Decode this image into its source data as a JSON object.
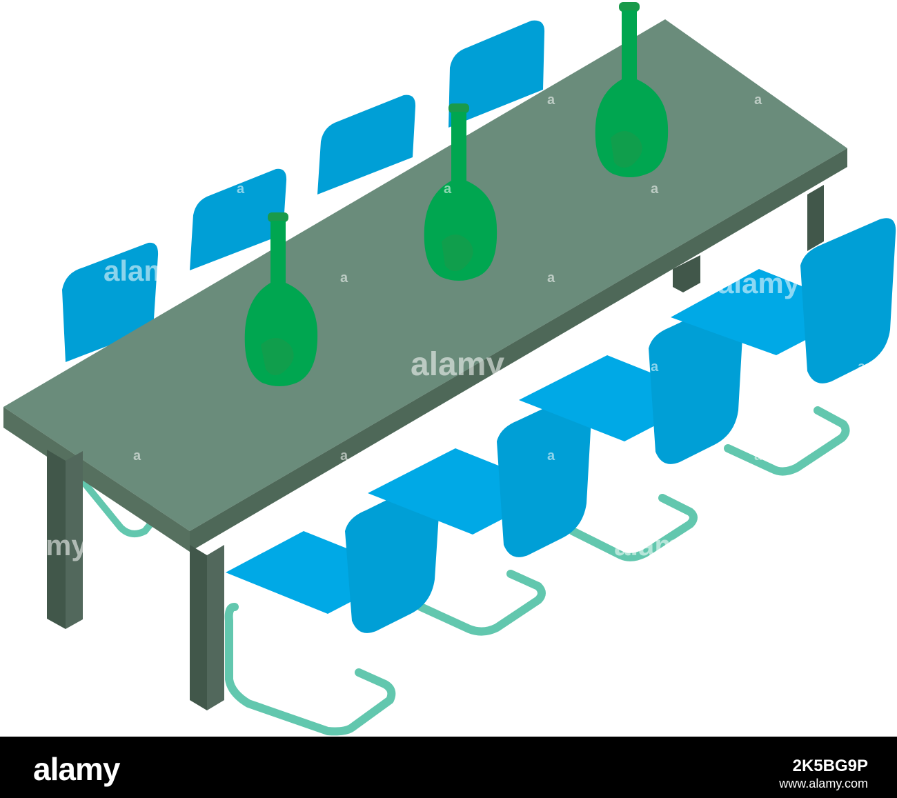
{
  "watermark": {
    "text": "alamy",
    "small_mark": "a",
    "fragment_left": "alam",
    "fragment_edge": "my",
    "fragment_right": "alamy"
  },
  "footer": {
    "logo_text": "alamy",
    "image_id": "2K5BG9P",
    "url": "www.alamy.com"
  },
  "colors": {
    "background": "#ffffff",
    "table_top": "#6a8c7b",
    "table_edge": "#56705f",
    "table_leg": "#41574a",
    "chair_seat": "#00a9e6",
    "chair_back": "#009fd6",
    "chair_frame": "#62c7ae",
    "bottle": "#00a650",
    "bottle_dark": "#1a9a4a",
    "footer": "#000000"
  }
}
